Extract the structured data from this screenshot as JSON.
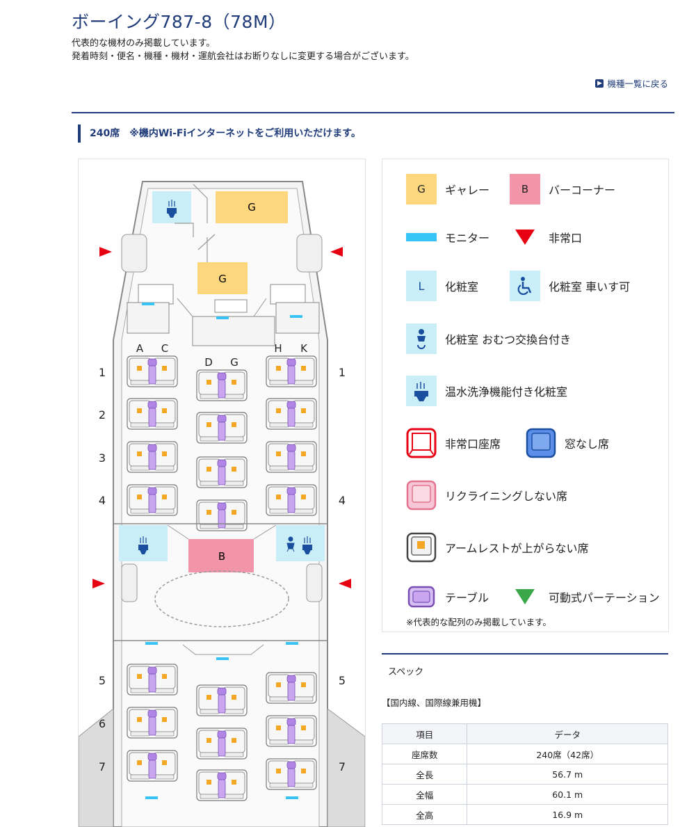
{
  "page": {
    "title": "ボーイング787-8（78M）",
    "note1": "代表的な機材のみ掲載しています。",
    "note2": "発着時刻・便名・機種・機材・運航会社はお断りなしに変更する場合がございます。",
    "back_link": "機種一覧に戻る",
    "section_heading": "240席　※機内Wi-Fiインターネットをご利用いただけます。"
  },
  "seatmap": {
    "galley_letter": "G",
    "bar_letter": "B",
    "seat_letters": [
      "A",
      "C",
      "D",
      "G",
      "H",
      "K"
    ],
    "rows": [
      "1",
      "2",
      "3",
      "4",
      "5",
      "6",
      "7"
    ]
  },
  "legend": {
    "galley": {
      "icon": "G",
      "label": "ギャレー"
    },
    "bar": {
      "icon": "B",
      "label": "バーコーナー"
    },
    "monitor": {
      "label": "モニター"
    },
    "exit": {
      "label": "非常口"
    },
    "lavatory": {
      "icon": "L",
      "label": "化粧室"
    },
    "wheelchair": {
      "label": "化粧室 車いす可"
    },
    "diaper": {
      "label": "化粧室 おむつ交換台付き"
    },
    "washlet": {
      "label": "温水洗浄機能付き化粧室"
    },
    "exit_seat": {
      "label": "非常口座席"
    },
    "windowless": {
      "label": "窓なし席"
    },
    "no_recline": {
      "label": "リクライニングしない席"
    },
    "fixed_armrest": {
      "label": "アームレストが上がらない席"
    },
    "table": {
      "label": "テーブル"
    },
    "partition": {
      "label": "可動式パーテーション"
    },
    "note": "※代表的な配列のみ掲載しています。"
  },
  "spec": {
    "title": "スペック",
    "subtitle": "【国内線、国際線兼用機】",
    "headers": [
      "項目",
      "データ"
    ],
    "rows": [
      [
        "座席数",
        "240席（42席）"
      ],
      [
        "全長",
        "56.7 m"
      ],
      [
        "全幅",
        "60.1 m"
      ],
      [
        "全高",
        "16.9 m"
      ]
    ]
  },
  "colors": {
    "navy": "#1f3b7a",
    "galley": "#fcd77e",
    "bar": "#f295a8",
    "monitor": "#37c3f5",
    "exit": "#e60012",
    "lavatory": "#c9eef8",
    "table": "#b185e6",
    "partition": "#3aa84a",
    "armrest": "#f5a623"
  }
}
